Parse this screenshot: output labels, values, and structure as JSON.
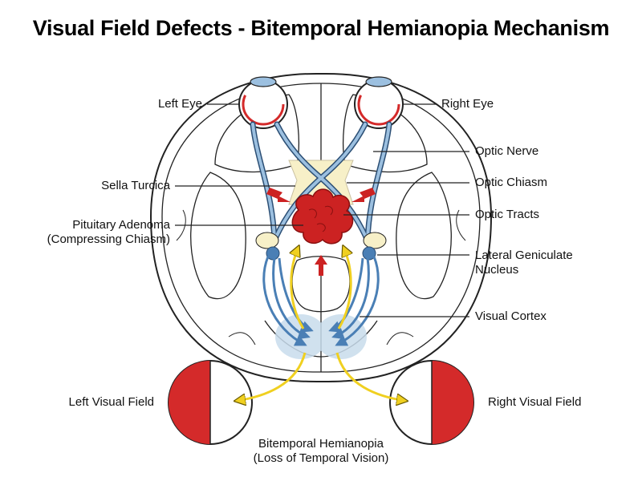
{
  "title": "Visual Field Defects - Bitemporal Hemianopia Mechanism",
  "labels": {
    "left_eye": "Left Eye",
    "right_eye": "Right Eye",
    "optic_nerve": "Optic Nerve",
    "sella_turcica": "Sella Turcica",
    "optic_chiasm": "Optic Chiasm",
    "pituitary_adenoma_line1": "Pituitary Adenoma",
    "pituitary_adenoma_line2": "(Compressing Chiasm)",
    "optic_tracts": "Optic Tracts",
    "lgn_line1": "Lateral Geniculate",
    "lgn_line2": "Nucleus",
    "visual_cortex": "Visual Cortex",
    "left_visual_field": "Left Visual Field",
    "right_visual_field": "Right Visual Field",
    "caption_line1": "Bitemporal Hemianopia",
    "caption_line2": "(Loss of Temporal Vision)"
  },
  "colors": {
    "nerve_blue": "#4a7fb5",
    "nerve_light": "#9cc0e0",
    "tumor_red": "#cc2222",
    "field_loss_red": "#d42a2a",
    "chiasm_yellow": "#f7f0c8",
    "arrow_yellow": "#f0d020",
    "cortex_blue": "#c8dcec"
  }
}
